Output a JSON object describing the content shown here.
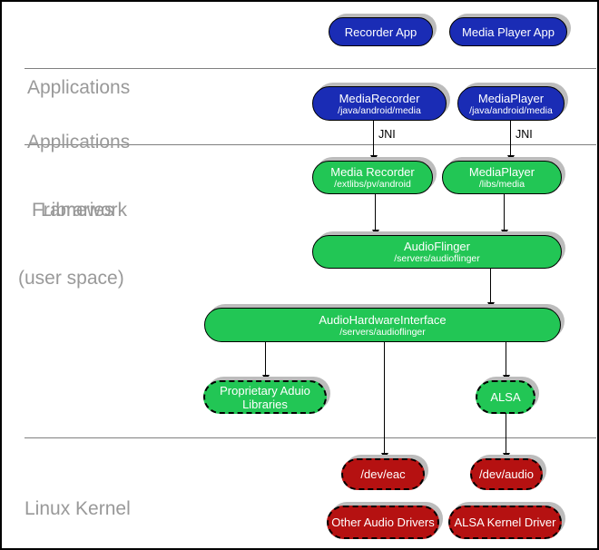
{
  "diagram": {
    "layer_labels": {
      "applications": [
        "Applications"
      ],
      "applications_framework": [
        "Applications",
        "Framework"
      ],
      "libraries": [
        "Libraries",
        "(user space)"
      ],
      "linux_kernel": [
        "Linux Kernel"
      ]
    },
    "jni_label": "JNI",
    "nodes": {
      "recorder_app": {
        "title": "Recorder App"
      },
      "media_player_app": {
        "title": "Media Player App"
      },
      "media_recorder_framework": {
        "title": "MediaRecorder",
        "subtitle": "/java/android/media"
      },
      "media_player_framework": {
        "title": "MediaPlayer",
        "subtitle": "/java/android/media"
      },
      "media_recorder_lib": {
        "title": "Media Recorder",
        "subtitle": "/extlibs/pv/android"
      },
      "media_player_lib": {
        "title": "MediaPlayer",
        "subtitle": "/libs/media"
      },
      "audioflinger": {
        "title": "AudioFlinger",
        "subtitle": "/servers/audioflinger"
      },
      "audio_hardware_interface": {
        "title": "AudioHardwareInterface",
        "subtitle": "/servers/audioflinger"
      },
      "proprietary_audio_libraries": {
        "title": "Proprietary Aduio",
        "title_line2": "Libraries"
      },
      "alsa": {
        "title": "ALSA"
      },
      "dev_eac": {
        "title": "/dev/eac"
      },
      "dev_audio": {
        "title": "/dev/audio"
      },
      "other_audio_drivers": {
        "title": "Other Audio Drivers"
      },
      "alsa_kernel_driver": {
        "title": "ALSA Kernel Driver"
      }
    },
    "colors": {
      "app_blue": "#1a2cb5",
      "lib_green": "#22c655",
      "kernel_red": "#b51111",
      "shadow": "#bcbcbc",
      "label_gray": "#999999",
      "divider_gray": "#808080"
    }
  }
}
